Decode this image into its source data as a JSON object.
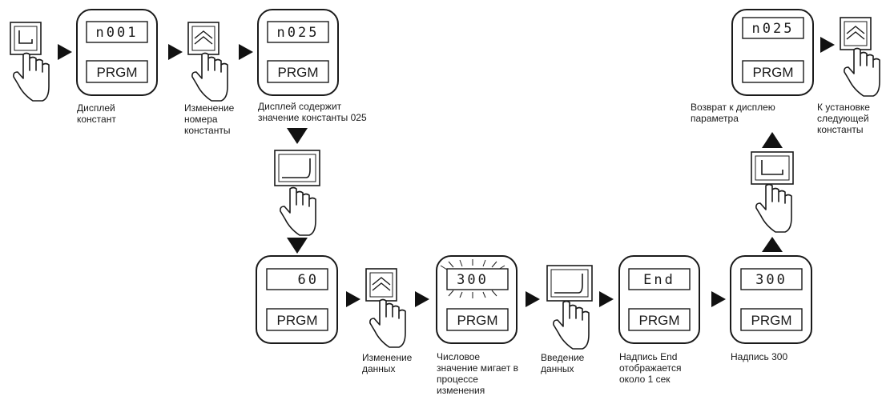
{
  "panels": [
    {
      "display": "n001",
      "mode": "PRGM"
    },
    {
      "display": "n025",
      "mode": "PRGM"
    },
    {
      "display": "60",
      "mode": "PRGM"
    },
    {
      "display": "300",
      "mode": "PRGM"
    },
    {
      "display": "End",
      "mode": "PRGM"
    },
    {
      "display": "300",
      "mode": "PRGM"
    },
    {
      "display": "n025",
      "mode": "PRGM"
    }
  ],
  "captions": {
    "const_display": "Дисплей\nконстант",
    "change_number": "Изменение\nномера\nконстанты",
    "display_contains": "Дисплей содержит\nзначение константы 025",
    "change_data": "Изменение\nданных",
    "blinking_value": "Числовое\nзначение мигает в\nпроцессе\nизменения",
    "enter_data": "Введение\nданных",
    "end_shown": "Надпись End\nотображается\nоколо 1 сек",
    "label_300": "Надпись 300",
    "return_display": "Возврат к дисплею\nпараметра",
    "next_constant": "К установке\nследующей\nконстанты"
  }
}
